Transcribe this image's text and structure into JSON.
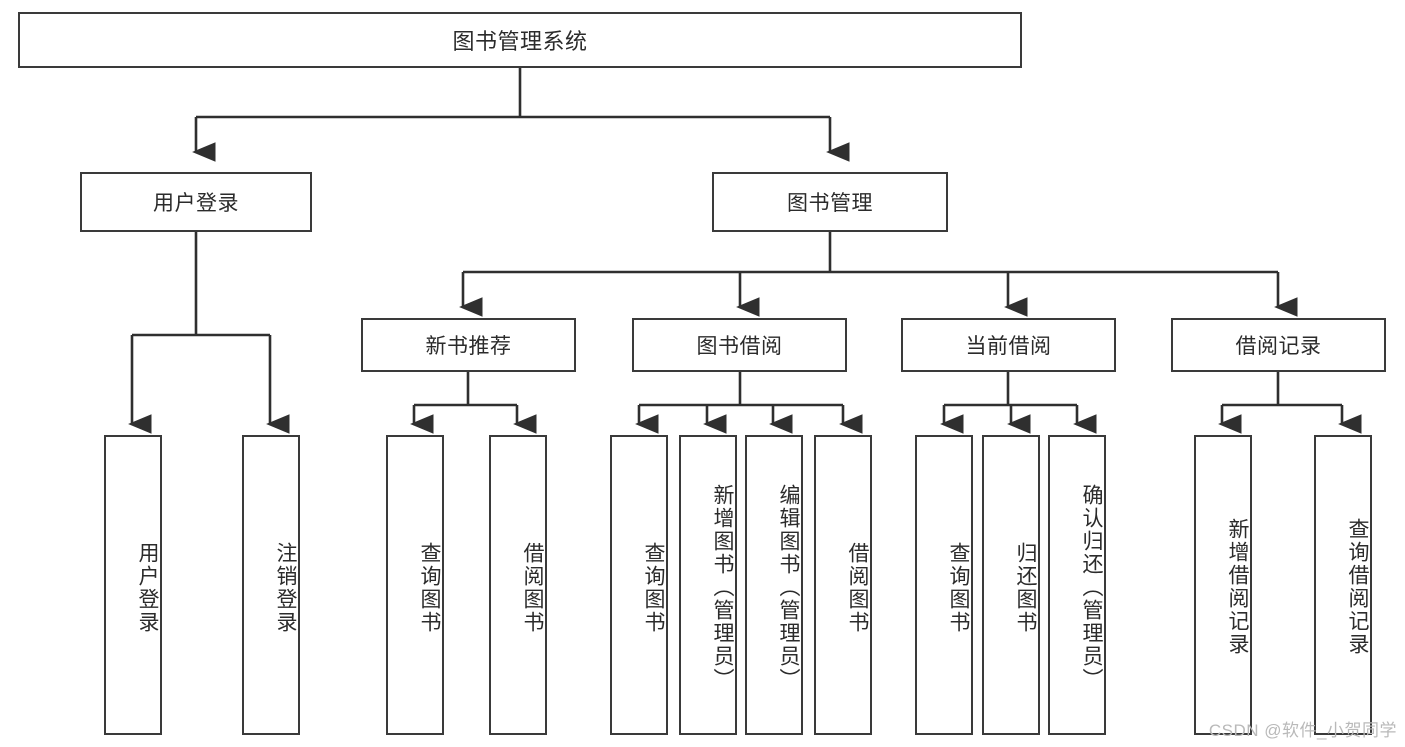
{
  "diagram": {
    "type": "tree",
    "title": "图书管理系统",
    "watermark": "CSDN @软件_小贺同学",
    "colors": {
      "box_border": "#3a3a3a",
      "box_fill": "#ffffff",
      "connector": "#2f2f2f",
      "text": "#2b2b2b",
      "watermark": "#b9b9b9",
      "background": "#ffffff"
    },
    "root": {
      "label": "图书管理系统"
    },
    "level1": [
      {
        "label": "用户登录"
      },
      {
        "label": "图书管理"
      }
    ],
    "level2": [
      {
        "label": "新书推荐"
      },
      {
        "label": "图书借阅"
      },
      {
        "label": "当前借阅"
      },
      {
        "label": "借阅记录"
      }
    ],
    "leaves": {
      "user_login": [
        {
          "label": "用户登录"
        },
        {
          "label": "注销登录"
        }
      ],
      "new_book": [
        {
          "label": "查询图书"
        },
        {
          "label": "借阅图书"
        }
      ],
      "book_borrow": [
        {
          "label": "查询图书"
        },
        {
          "label": "新增图书（管理员）"
        },
        {
          "label": "编辑图书（管理员）"
        },
        {
          "label": "借阅图书"
        }
      ],
      "current_borrow": [
        {
          "label": "查询图书"
        },
        {
          "label": "归还图书"
        },
        {
          "label": "确认归还（管理员）"
        }
      ],
      "borrow_record": [
        {
          "label": "新增借阅记录"
        },
        {
          "label": "查询借阅记录"
        }
      ]
    }
  }
}
